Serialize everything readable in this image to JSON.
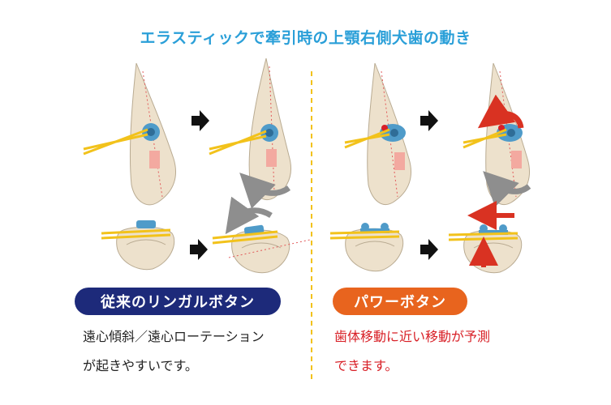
{
  "title": "エラスティックで牽引時の上顎右側犬歯の動き",
  "left": {
    "label": "従来のリンガルボタン",
    "desc_line1": "遠心傾斜／遠心ローテーション",
    "desc_line2": "が起きやすいです。"
  },
  "right": {
    "label": "パワーボタン",
    "desc_line1": "歯体移動に近い移動が予測",
    "desc_line2": "できます。"
  },
  "colors": {
    "title": "#2a9fd8",
    "left_label_bg": "#1d2a7a",
    "right_label_bg": "#e8641e",
    "right_desc": "#d81f26",
    "tooth_fill": "#ede1cc",
    "elastic": "#f2c21b",
    "button": "#4f9bc9",
    "arrow_red": "#d93222",
    "arrow_gray": "#8e8e8e",
    "divider": "#f2c21b"
  },
  "icons": [
    "tooth-side-icon",
    "tooth-occlusal-icon",
    "right-arrow-icon",
    "curved-arrow-icon"
  ]
}
